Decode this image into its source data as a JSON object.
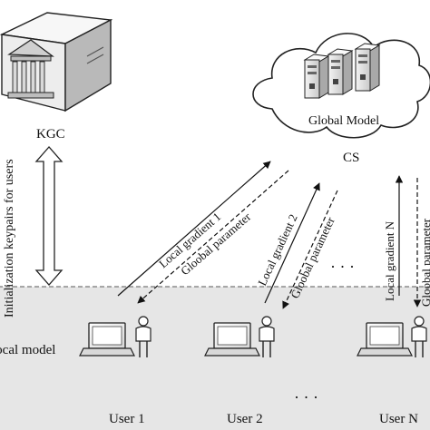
{
  "kgc": {
    "label": "KGC"
  },
  "cloud": {
    "model_label": "Global Model",
    "cs_label": "CS"
  },
  "left_link": {
    "label": "Initialization keypairs for users"
  },
  "links": [
    {
      "up": "Local gradient 1",
      "down": "Gloobal parameter"
    },
    {
      "up": "Local gradient 2",
      "down": "Gloobal parameter"
    },
    {
      "up": "Local gradient N",
      "down": "Gloobal parameter"
    }
  ],
  "between_links_ellipsis": "· · ·",
  "users_area": {
    "label": "Local model",
    "ellipsis": "· · ·"
  },
  "users": [
    {
      "label": "User 1"
    },
    {
      "label": "User 2"
    },
    {
      "label": "User N"
    }
  ]
}
